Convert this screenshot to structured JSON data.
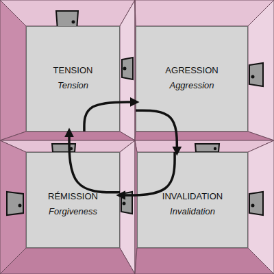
{
  "diagram": {
    "nodes": [
      {
        "text": [
          "TENSION",
          "Tension"
        ]
      },
      {
        "text": [
          "AGRESSION",
          "Aggression"
        ]
      },
      {
        "text": [
          "RÉMISSION",
          "Forgiveness"
        ]
      },
      {
        "text": [
          "INVALIDATION",
          "Invalidation"
        ]
      }
    ],
    "edges": [
      {
        "from": 0,
        "to": 1,
        "arrow": "to"
      },
      {
        "from": 1,
        "to": 3,
        "arrow": "to"
      },
      {
        "from": 3,
        "to": 2,
        "arrow": "to"
      },
      {
        "from": 2,
        "to": 0,
        "arrow": "to"
      }
    ]
  }
}
